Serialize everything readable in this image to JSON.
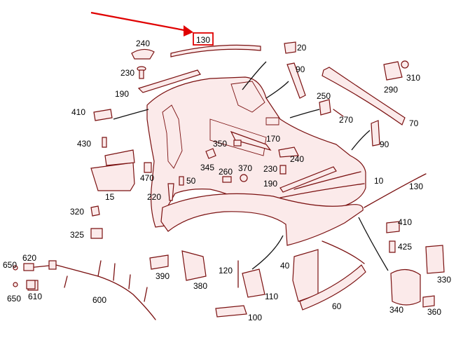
{
  "colors": {
    "part_stroke": "#7a1010",
    "part_fill": "#fbeaea",
    "highlight": "#e00000",
    "label_text": "#000000"
  },
  "highlighted_part": "130",
  "labels": {
    "p130": "130",
    "p240a": "240",
    "p20": "20",
    "p230a": "230",
    "p90a": "90",
    "p310": "310",
    "p190a": "190",
    "p290": "290",
    "p250": "250",
    "p410a": "410",
    "p270": "270",
    "p70": "70",
    "p170": "170",
    "p90b": "90",
    "p430": "430",
    "p350": "350",
    "p240b": "240",
    "p345": "345",
    "p260": "260",
    "p370": "370",
    "p230b": "230",
    "p10": "10",
    "p470": "470",
    "p50": "50",
    "p190b": "190",
    "p130b": "130",
    "p15": "15",
    "p220": "220",
    "p320": "320",
    "p410b": "410",
    "p325": "325",
    "p425": "425",
    "p620": "620",
    "p650a": "650",
    "p390": "390",
    "p120": "120",
    "p40": "40",
    "p380": "380",
    "p330": "330",
    "p610": "610",
    "p650b": "650",
    "p110": "110",
    "p600": "600",
    "p60": "60",
    "p340": "340",
    "p360": "360",
    "p100": "100"
  }
}
